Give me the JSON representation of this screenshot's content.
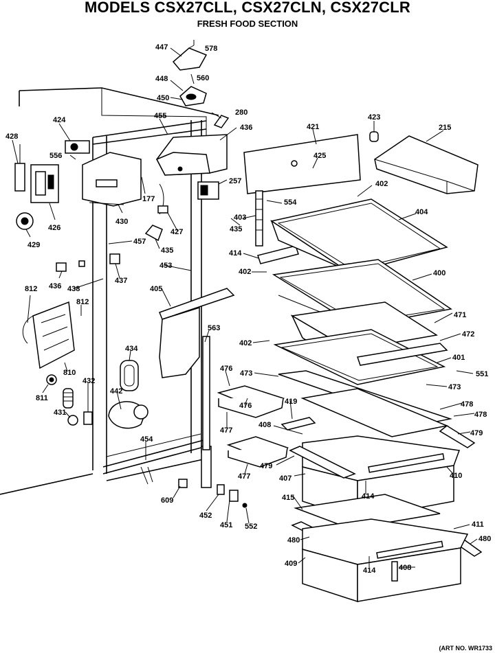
{
  "header": {
    "title": "MODELS CSX27CLL, CSX27CLN, CSX27CLR",
    "subtitle": "FRESH FOOD SECTION"
  },
  "footer": {
    "art_no": "(ART NO. WR1733"
  },
  "part_labels": [
    {
      "id": "447",
      "text": "447"
    },
    {
      "id": "578",
      "text": "578"
    },
    {
      "id": "448",
      "text": "448"
    },
    {
      "id": "560",
      "text": "560"
    },
    {
      "id": "450",
      "text": "450"
    },
    {
      "id": "280",
      "text": "280"
    },
    {
      "id": "455",
      "text": "455"
    },
    {
      "id": "436",
      "text": "436"
    },
    {
      "id": "421",
      "text": "421"
    },
    {
      "id": "423",
      "text": "423"
    },
    {
      "id": "215",
      "text": "215"
    },
    {
      "id": "424",
      "text": "424"
    },
    {
      "id": "428",
      "text": "428"
    },
    {
      "id": "556",
      "text": "556"
    },
    {
      "id": "425",
      "text": "425"
    },
    {
      "id": "257",
      "text": "257"
    },
    {
      "id": "402a",
      "text": "402"
    },
    {
      "id": "177",
      "text": "177"
    },
    {
      "id": "554",
      "text": "554"
    },
    {
      "id": "404",
      "text": "404"
    },
    {
      "id": "403",
      "text": "403"
    },
    {
      "id": "426",
      "text": "426"
    },
    {
      "id": "430",
      "text": "430"
    },
    {
      "id": "427",
      "text": "427"
    },
    {
      "id": "435a",
      "text": "435"
    },
    {
      "id": "429",
      "text": "429"
    },
    {
      "id": "457",
      "text": "457"
    },
    {
      "id": "435b",
      "text": "435"
    },
    {
      "id": "414",
      "text": "414"
    },
    {
      "id": "453",
      "text": "453"
    },
    {
      "id": "402b",
      "text": "402"
    },
    {
      "id": "400",
      "text": "400"
    },
    {
      "id": "436b",
      "text": "436"
    },
    {
      "id": "437",
      "text": "437"
    },
    {
      "id": "438",
      "text": "438"
    },
    {
      "id": "405",
      "text": "405"
    },
    {
      "id": "812a",
      "text": "812"
    },
    {
      "id": "812b",
      "text": "812"
    },
    {
      "id": "471",
      "text": "471"
    },
    {
      "id": "563",
      "text": "563"
    },
    {
      "id": "472",
      "text": "472"
    },
    {
      "id": "402c",
      "text": "402"
    },
    {
      "id": "434",
      "text": "434"
    },
    {
      "id": "401",
      "text": "401"
    },
    {
      "id": "810",
      "text": "810"
    },
    {
      "id": "551",
      "text": "551"
    },
    {
      "id": "476a",
      "text": "476"
    },
    {
      "id": "473a",
      "text": "473"
    },
    {
      "id": "473b",
      "text": "473"
    },
    {
      "id": "811",
      "text": "811"
    },
    {
      "id": "432",
      "text": "432"
    },
    {
      "id": "442",
      "text": "442"
    },
    {
      "id": "419",
      "text": "419"
    },
    {
      "id": "478a",
      "text": "478"
    },
    {
      "id": "476b",
      "text": "476"
    },
    {
      "id": "478b",
      "text": "478"
    },
    {
      "id": "431",
      "text": "431"
    },
    {
      "id": "477a",
      "text": "477"
    },
    {
      "id": "408a",
      "text": "408"
    },
    {
      "id": "479a",
      "text": "479"
    },
    {
      "id": "454",
      "text": "454"
    },
    {
      "id": "479b",
      "text": "479"
    },
    {
      "id": "477b",
      "text": "477"
    },
    {
      "id": "407",
      "text": "407"
    },
    {
      "id": "410",
      "text": "410"
    },
    {
      "id": "609",
      "text": "609"
    },
    {
      "id": "414b",
      "text": "414"
    },
    {
      "id": "452",
      "text": "452"
    },
    {
      "id": "415",
      "text": "415"
    },
    {
      "id": "451",
      "text": "451"
    },
    {
      "id": "552",
      "text": "552"
    },
    {
      "id": "411",
      "text": "411"
    },
    {
      "id": "480a",
      "text": "480"
    },
    {
      "id": "480b",
      "text": "480"
    },
    {
      "id": "409",
      "text": "409"
    },
    {
      "id": "414c",
      "text": "414"
    },
    {
      "id": "408b",
      "text": "408"
    }
  ]
}
